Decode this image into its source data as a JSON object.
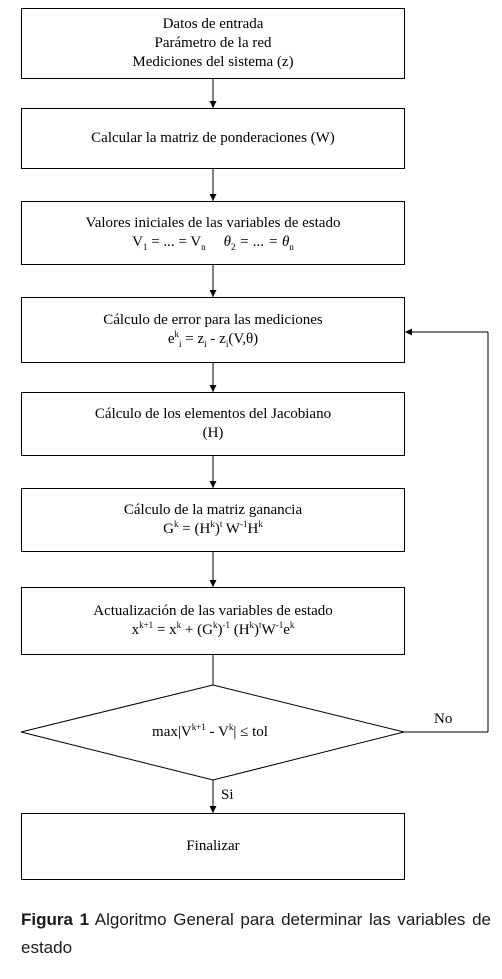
{
  "steps": {
    "input": {
      "line1": "Datos de entrada",
      "line2": "Parámetro de la red",
      "line3": "Mediciones del sistema (z)"
    },
    "weights": {
      "line1": "Calcular la matriz de ponderaciones (W)"
    },
    "initial": {
      "line1": "Valores iniciales de las variables de estado",
      "eq_v": "V",
      "eq_v_sub1": "1",
      "eq_v_mid": " = ... = V",
      "eq_v_subn": "n",
      "eq_theta": "θ",
      "eq_theta_sub2": "2",
      "eq_theta_mid": " = ... = θ",
      "eq_theta_subn": "n"
    },
    "error": {
      "line1": "Cálculo de error para las mediciones",
      "eq_e": "e",
      "eq_e_sub": "i",
      "eq_e_sup": "k",
      "eq_mid1": " = z",
      "eq_z_sub": "i",
      "eq_mid2": " - z",
      "eq_z2_sub": "i",
      "eq_end": "(V,θ)"
    },
    "jacobian": {
      "line1": "Cálculo de los elementos del Jacobiano",
      "line2": "(H)"
    },
    "gain": {
      "line1": "Cálculo de la matriz ganancia",
      "eq_g": "G",
      "eq_g_sup": "k",
      "eq_p1": " = (H",
      "eq_p1_sup": "k",
      "eq_p2": ")",
      "eq_p2_sup": "t",
      "eq_p3": " W",
      "eq_p3_sup": "-1",
      "eq_p4": "H",
      "eq_p4_sup": "k"
    },
    "update": {
      "line1": "Actualización de las variables de estado",
      "eq_x": "x",
      "eq_x_sup": "k+1",
      "eq_p1": " = x",
      "eq_p1_sup": "k",
      "eq_p2": " + (G",
      "eq_p2_sup": "k",
      "eq_p3": ")",
      "eq_p3_sup": "-1",
      "eq_p4": " (H",
      "eq_p4_sup": "k",
      "eq_p5": ")",
      "eq_p5_sup": "t",
      "eq_p6": "W",
      "eq_p6_sup": "-1",
      "eq_p7": "e",
      "eq_p7_sup": "k"
    },
    "decision": {
      "eq_a": "max|V",
      "eq_a_sup": "k+1",
      "eq_b": " - V",
      "eq_b_sup": "k",
      "eq_c": "| ≤ tol"
    },
    "finish": {
      "line1": "Finalizar"
    }
  },
  "labels": {
    "no": "No",
    "yes": "Si"
  },
  "caption": {
    "bold": "Figura 1",
    "text": " Algoritmo General para determinar las variables de estado"
  },
  "colors": {
    "stroke": "#000000",
    "background": "#ffffff"
  }
}
